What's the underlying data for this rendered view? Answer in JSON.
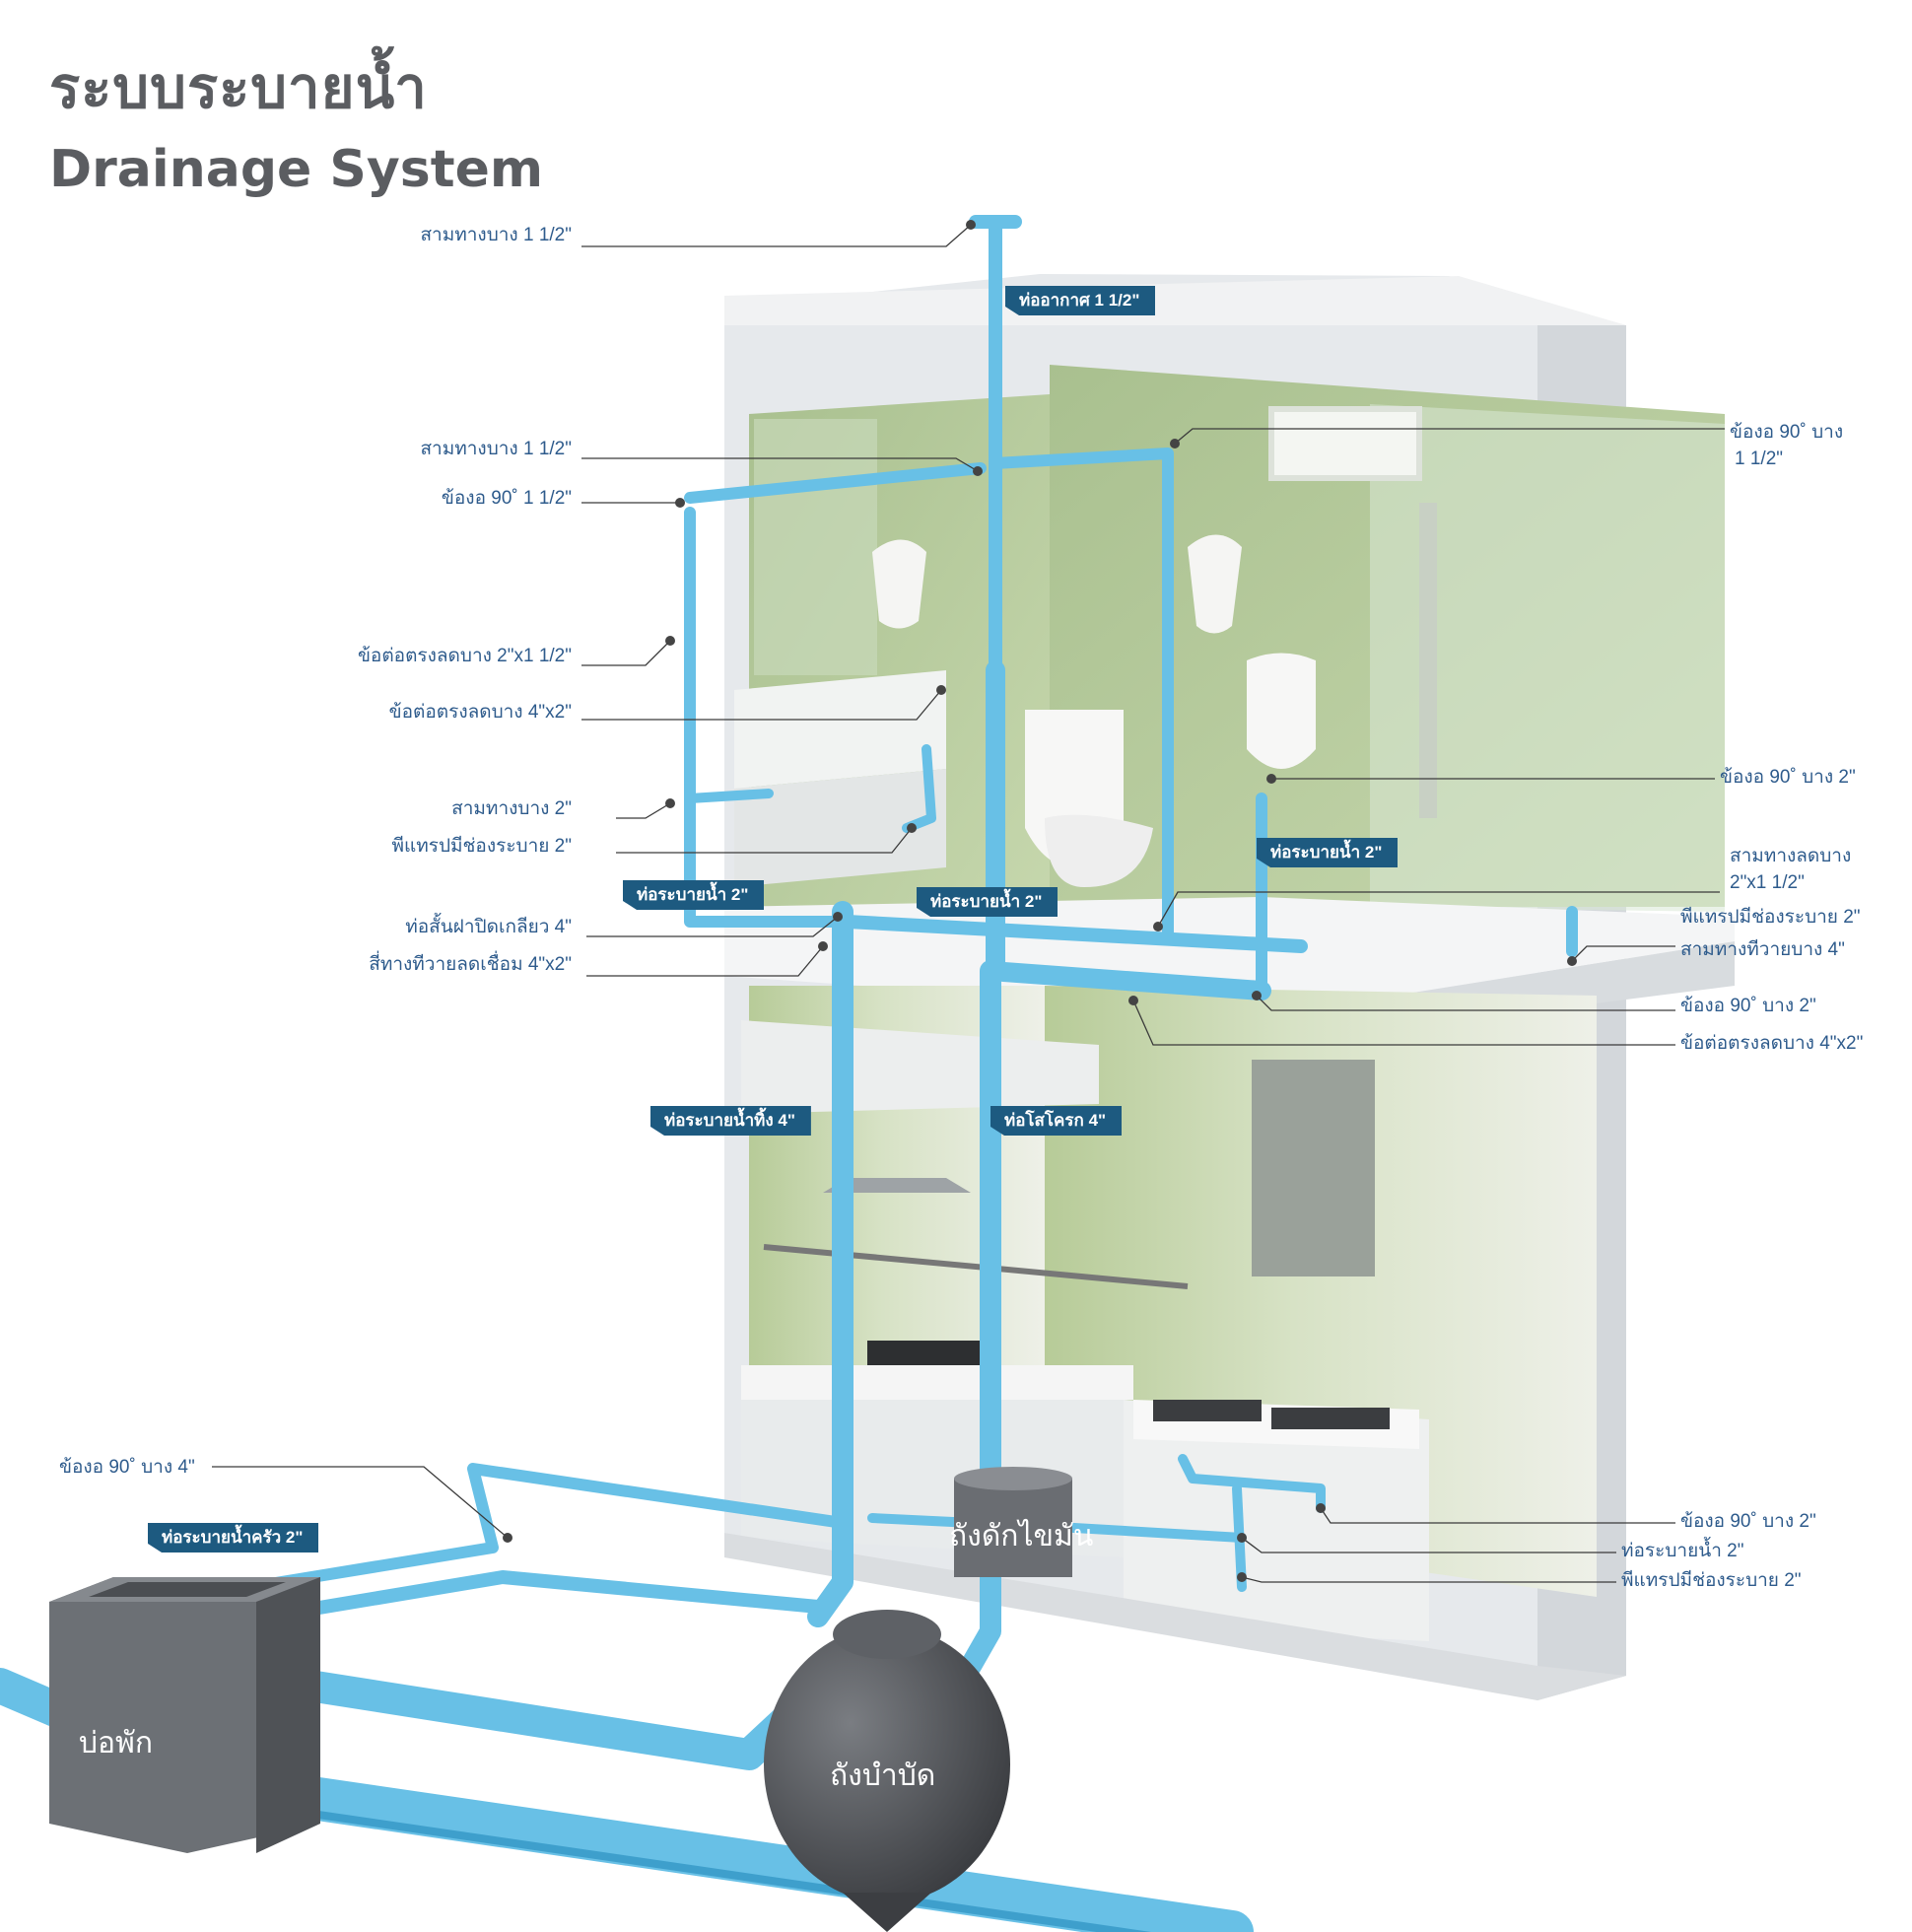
{
  "title_th": "ระบบระบายน้ำ",
  "title_en": "Drainage System",
  "callouts_left": [
    "สามทางบาง 1 1/2\"",
    "สามทางบาง 1 1/2\"",
    "ข้องอ 90˚ 1 1/2\"",
    "ข้อต่อตรงลดบาง 2\"x1 1/2\"",
    "ข้อต่อตรงลดบาง 4\"x2\"",
    "สามทางบาง 2\"",
    "พีแทรปมีช่องระบาย 2\"",
    "ท่อสั้นฝาปิดเกลียว 4\"",
    "สี่ทางทีวายลดเชื่อม 4\"x2\"",
    "ข้องอ 90˚ บาง 4\""
  ],
  "callouts_right": [
    "ข้องอ 90˚ บาง",
    "1 1/2\"",
    "ข้องอ 90˚ บาง 2\"",
    "สามทางลดบาง",
    "2\"x1 1/2\"",
    "พีแทรปมีช่องระบาย 2\"",
    "สามทางทีวายบาง 4\"",
    "ข้องอ 90˚ บาง 2\"",
    "ข้อต่อตรงลดบาง 4\"x2\"",
    "ข้องอ 90˚ บาง 2\"",
    "ท่อระบายน้ำ 2\"",
    "พีแทรปมีช่องระบาย 2\""
  ],
  "pipe_tags": [
    "ท่ออากาศ 1 1/2\"",
    "ท่อระบายน้ำ 2\"",
    "ท่อระบายน้ำ 2\"",
    "ท่อระบายน้ำ 2\"",
    "ท่อระบายน้ำทิ้ง 4\"",
    "ท่อโสโครก 4\"",
    "ท่อระบายน้ำครัว 2\""
  ],
  "tanks": {
    "grease_trap": "ถังดักไขมัน",
    "septic_tank": "ถังบำบัด",
    "manhole": "บ่อพัก"
  },
  "colors": {
    "pipe": "#68c0e6",
    "pipe_shade": "#3e9fcc",
    "tag_bg": "#1d5a80",
    "wall_green": "#b4c999",
    "tank_gray": "#55585c",
    "label_text": "#2e5b8c"
  }
}
